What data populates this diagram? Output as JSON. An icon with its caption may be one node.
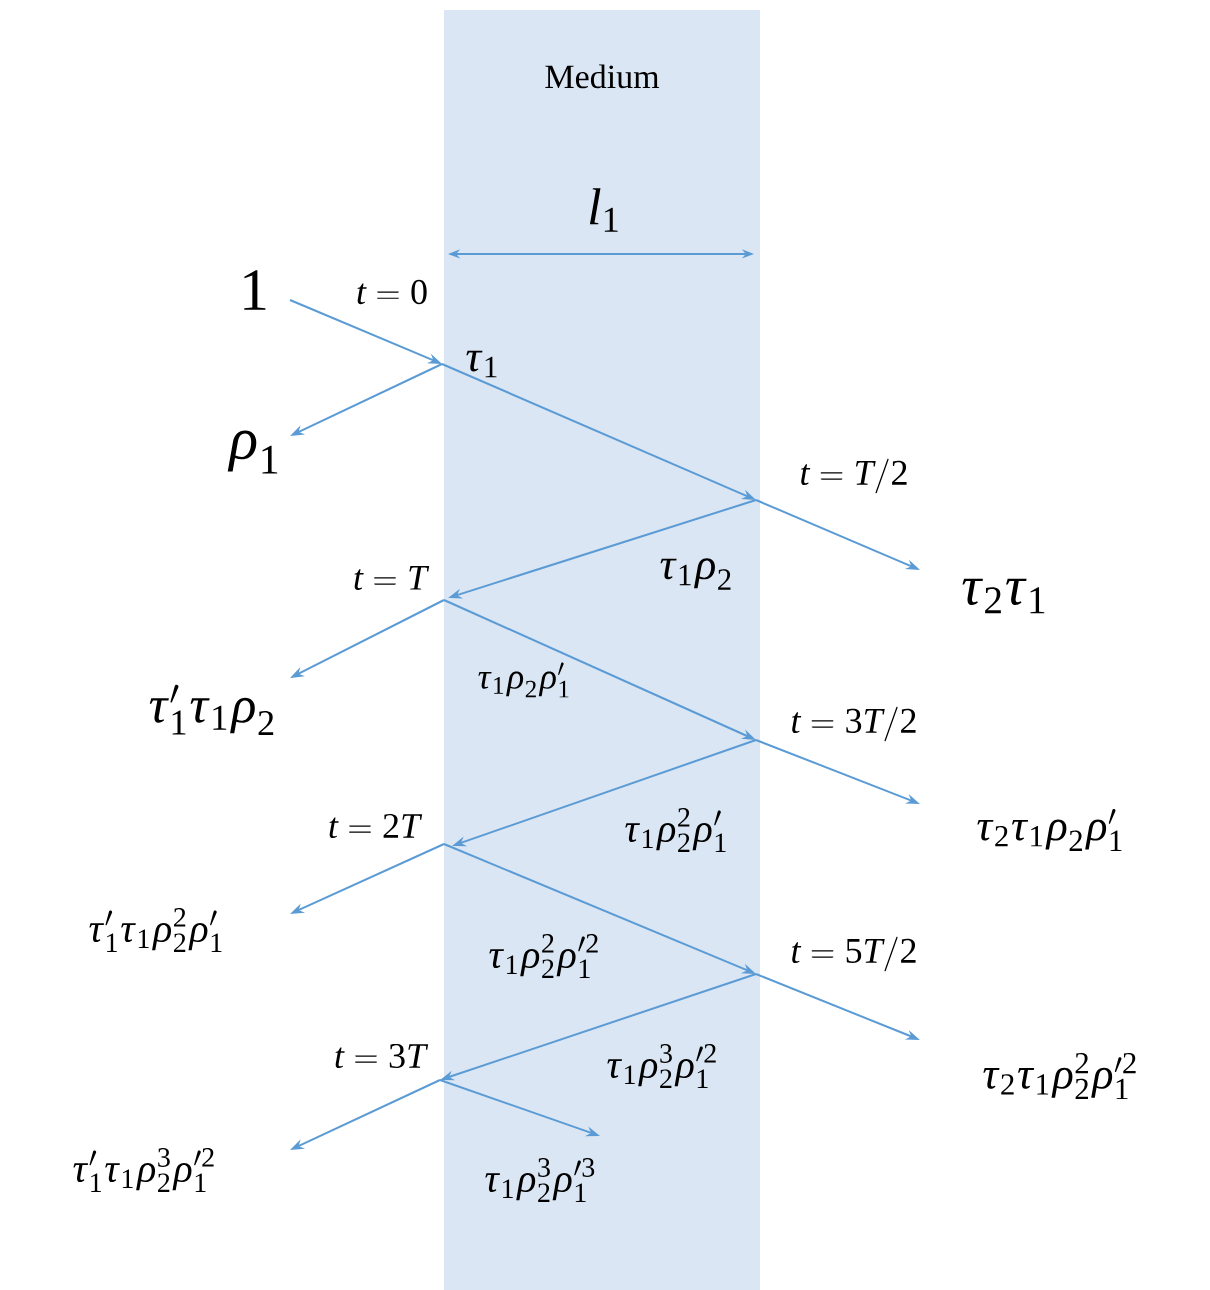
{
  "diagram": {
    "nodes": [
      {
        "text": [
          "Medium"
        ]
      }
    ],
    "labels": [
      "l_{1}",
      "1",
      "t=0",
      "\\tau_1",
      "\\rho_1",
      "t=T/2",
      "t=T",
      "\\tau_1\\rho_2",
      "\\tau_2\\tau_1",
      "\\tau_1'\\tau_1\\rho_2",
      "\\tau_1\\rho_2\\rho_1'",
      "t=3T/2",
      "t=2T",
      "\\tau_1\\rho_2^2\\rho_1'",
      "\\tau_2\\tau_1\\rho_2\\rho_1'",
      "\\tau_1'\\tau_1\\rho_2^2\\rho_1'",
      "\\tau_1\\rho_2^2\\rho_1'^2",
      "t=5T/2",
      "t=3T",
      "\\tau_1\\rho_2^3\\rho_1'^2",
      "\\tau_2\\tau_1\\rho_2^2\\rho_1'^2",
      "\\tau_1'\\tau_1\\rho_2^3\\rho_1'^2",
      "\\tau_1\\rho_2^3\\rho_1'^3"
    ]
  }
}
